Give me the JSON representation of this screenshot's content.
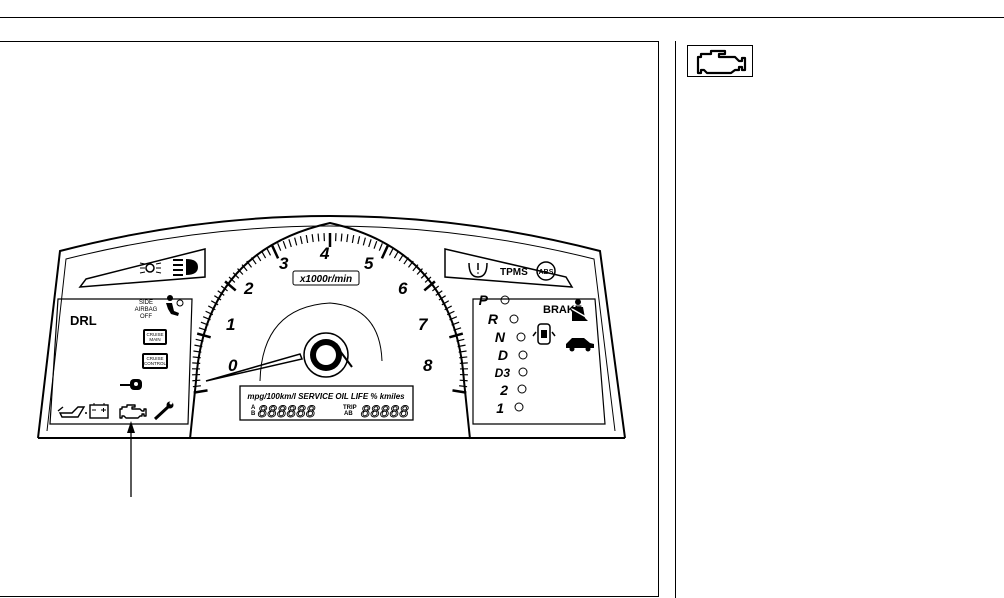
{
  "figure": {
    "tach_numbers": [
      "0",
      "1",
      "2",
      "3",
      "4",
      "5",
      "6",
      "7",
      "8"
    ],
    "tach_unit": "x1000r/min",
    "left_panel": {
      "drl": "DRL",
      "airbag_lines": [
        "SIDE",
        "AIRBAG",
        "OFF"
      ],
      "cruise_main": [
        "CRUISE",
        "MAIN"
      ],
      "cruise_control": [
        "CRUISE",
        "CONTROL"
      ]
    },
    "top_right_box": {
      "tpms": "TPMS",
      "abs": "ABS"
    },
    "right_panel": {
      "gears": [
        "P",
        "R",
        "N",
        "D",
        "D3",
        "2",
        "1"
      ],
      "brake": "BRAKE"
    },
    "lcd": {
      "header": "mpg/100km/l SERVICE OIL LIFE % kmiles",
      "a_label": "A",
      "b_label": "B",
      "odometer": "888888",
      "trip_label": "TRIP",
      "ab_label": "AB",
      "trip": "88888"
    }
  },
  "icons": {
    "check_engine": "check-engine-icon",
    "oil": "oil-pressure-icon",
    "battery": "battery-icon",
    "wrench": "maintenance-wrench-icon",
    "key": "immobilizer-key-icon",
    "seatbelt": "seatbelt-icon",
    "door": "door-open-icon",
    "car": "car-icon",
    "tpms": "tpms-icon",
    "headlight": "headlight-icon",
    "parking_light": "parking-light-icon",
    "airbag_person": "airbag-person-icon"
  }
}
